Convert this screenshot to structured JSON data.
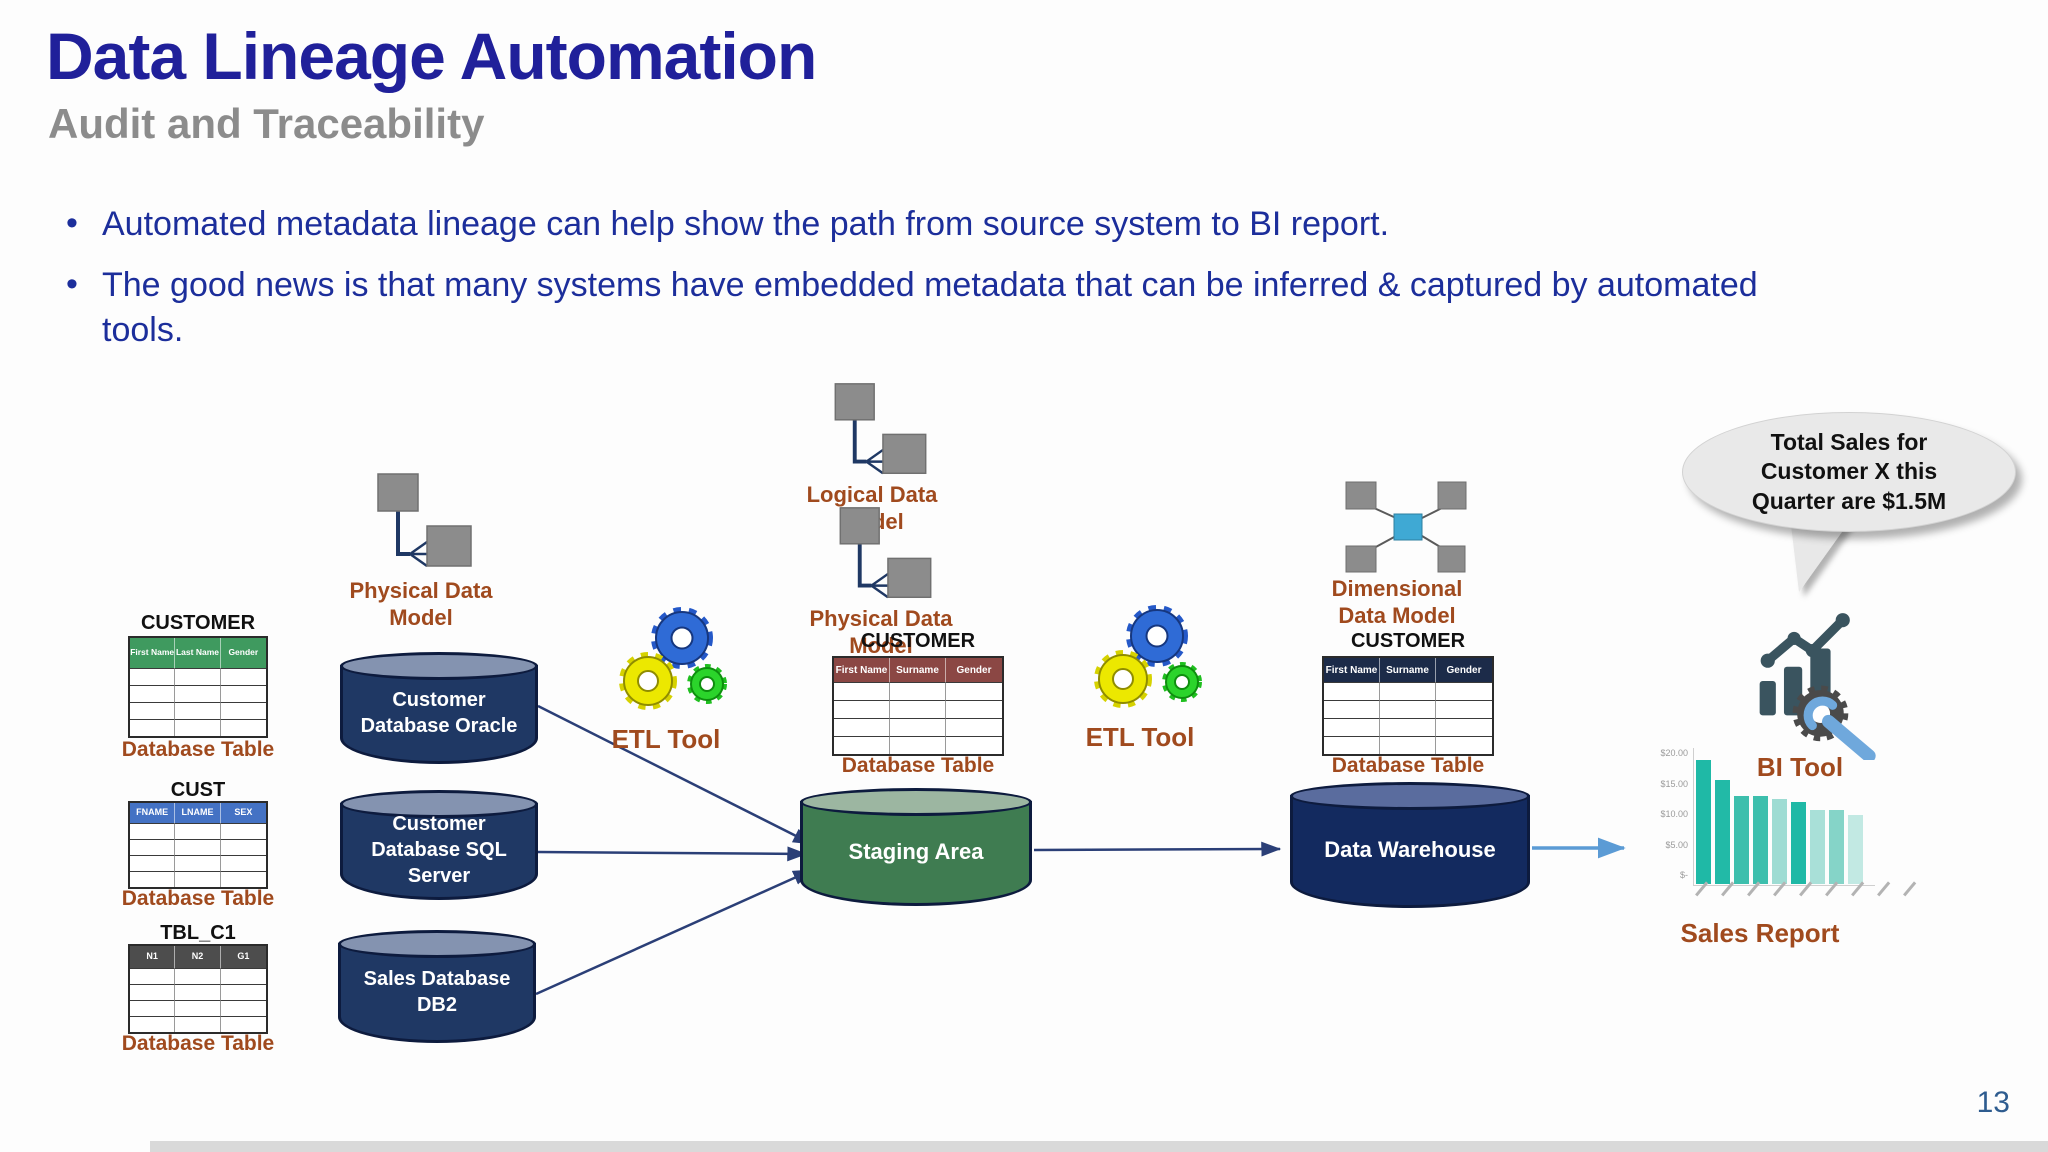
{
  "slide": {
    "title": "Data Lineage Automation",
    "subtitle": "Audit and Traceability",
    "bullets": [
      "Automated metadata lineage can help show the path from source system to BI report.",
      "The good news is that many systems have embedded metadata that can be inferred & captured by automated tools."
    ],
    "page_number": "13"
  },
  "colors": {
    "title": "#20209A",
    "subtitle": "#8C8C8C",
    "bullet_text": "#1C2E9B",
    "label_brown": "#A04A1E",
    "db_navy": "#1F3864",
    "staging_green": "#3F7C51",
    "warehouse_navy": "#132A5F",
    "arrow_navy": "#2B3F77",
    "arrow_blue": "#5B9BD5",
    "chart_teal": "#1FB9A6",
    "model_square_gray": "#8C8C8C",
    "dimensional_center_blue": "#3FA9D4"
  },
  "source_tables": [
    {
      "title": "CUSTOMER",
      "caption": "Database Table",
      "header_bg": "#3F9A5F",
      "columns": [
        "First Name",
        "Last Name",
        "Gender"
      ],
      "rows": 4
    },
    {
      "title": "CUST",
      "caption": "Database Table",
      "header_bg": "#4472C4",
      "columns": [
        "FNAME",
        "LNAME",
        "SEX"
      ],
      "rows": 4
    },
    {
      "title": "TBL_C1",
      "caption": "Database Table",
      "header_bg": "#4D4D4D",
      "columns": [
        "N1",
        "N2",
        "G1"
      ],
      "rows": 4
    }
  ],
  "staging_table": {
    "title": "CUSTOMER",
    "caption": "Database Table",
    "header_bg": "#8B4744",
    "columns": [
      "First Name",
      "Surname",
      "Gender"
    ],
    "rows": 4
  },
  "warehouse_table": {
    "title": "CUSTOMER",
    "caption": "Database Table",
    "header_bg": "#1C2B49",
    "columns": [
      "First Name",
      "Surname",
      "Gender"
    ],
    "rows": 4
  },
  "models": {
    "physical_left": "Physical Data Model",
    "logical_mid": "Logical Data Model",
    "physical_mid": "Physical Data Model",
    "dimensional": "Dimensional Data Model"
  },
  "databases": [
    {
      "label": "Customer Database Oracle"
    },
    {
      "label": "Customer Database SQL Server"
    },
    {
      "label": "Sales Database DB2"
    }
  ],
  "staging": {
    "label": "Staging Area"
  },
  "warehouse": {
    "label": "Data Warehouse"
  },
  "etl_left": {
    "label": "ETL Tool"
  },
  "etl_right": {
    "label": "ETL Tool"
  },
  "bi": {
    "label": "BI Tool"
  },
  "callout": {
    "text": "Total Sales for Customer X this Quarter are $1.5M"
  },
  "chart_data": {
    "type": "bar",
    "title": "Sales Report",
    "y_tick_labels": [
      "$20.00",
      "$15.00",
      "$10.00",
      "$5.00",
      "$-"
    ],
    "x_tick_labels_illegible": true,
    "categories_count": 9,
    "values": [
      20,
      16.7,
      14.2,
      14.2,
      13.7,
      13.3,
      11.9,
      11.9,
      11.2
    ],
    "bar_colors": [
      "#1FB9A6",
      "#22BAA7",
      "#3DBFAD",
      "#3DBFAD",
      "#9EDCD3",
      "#1FB9A6",
      "#A9E0D8",
      "#85D4C8",
      "#C2E9E3"
    ],
    "ylim": [
      0,
      22
    ],
    "legend": false
  }
}
